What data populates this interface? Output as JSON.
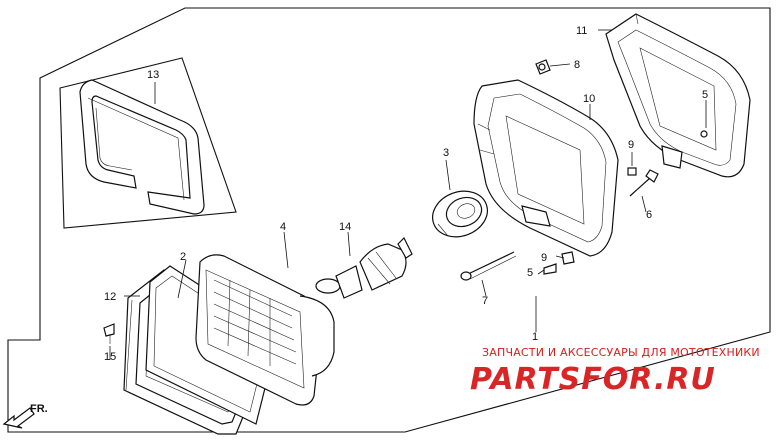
{
  "callouts": {
    "p1": "1",
    "p2": "2",
    "p3": "3",
    "p4": "4",
    "p5a": "5",
    "p5b": "5",
    "p6": "6",
    "p7": "7",
    "p8": "8",
    "p9a": "9",
    "p9b": "9",
    "p10": "10",
    "p11": "11",
    "p12": "12",
    "p13": "13",
    "p14": "14",
    "p15": "15"
  },
  "direction_label": "FR.",
  "watermark": {
    "subtitle": "ЗАПЧАСТИ И АКСЕССУАРЫ ДЛЯ МОТОТЕХНИКИ",
    "brand_part1": "PARTS",
    "brand_part2": "FOR",
    "brand_part3": ".RU"
  },
  "colors": {
    "line": "#111111",
    "watermark": "#d92525",
    "background": "#ffffff"
  }
}
